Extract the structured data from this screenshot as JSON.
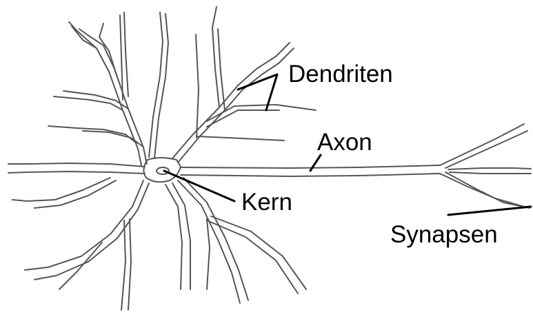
{
  "labels": {
    "dendrites": "Dendriten",
    "axon": "Axon",
    "nucleus": "Kern",
    "synapses": "Synapsen"
  },
  "colors": {
    "background": "#ffffff",
    "outline": "#555555",
    "leader": "#000000",
    "text": "#000000"
  }
}
